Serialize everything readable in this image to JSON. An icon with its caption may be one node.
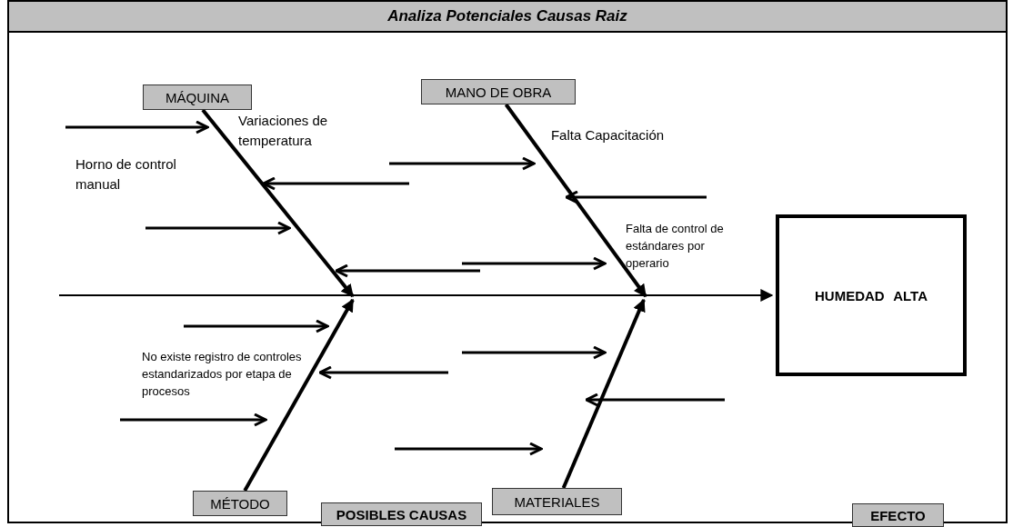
{
  "diagram": {
    "title": "Analiza Potenciales Causas Raiz",
    "nodes": [
      {
        "text": [
          "MÁQUINA"
        ]
      },
      {
        "text": [
          "MANO DE OBRA"
        ]
      },
      {
        "text": [
          "HUMEDAD ALTA"
        ]
      },
      {
        "text": [
          "MÉTODO"
        ]
      },
      {
        "text": [
          "POSIBLES CAUSAS"
        ]
      },
      {
        "text": [
          "MATERIALES"
        ]
      },
      {
        "text": [
          "EFECTO"
        ]
      }
    ],
    "edges": [
      {
        "from": 0,
        "to": null,
        "arrow": "to"
      },
      {
        "from": 1,
        "to": null,
        "arrow": "to"
      },
      {
        "from": 3,
        "to": null,
        "arrow": "to"
      },
      {
        "from": 5,
        "to": null,
        "arrow": "to"
      },
      {
        "from": null,
        "to": 2,
        "arrow": "to"
      }
    ],
    "labels": [
      "Variaciones de temperatura",
      "Falta Capacitación",
      "Horno de control manual",
      "Falta de control de estándares por operario",
      "No existe registro de controles estandarizados por etapa de procesos"
    ]
  }
}
